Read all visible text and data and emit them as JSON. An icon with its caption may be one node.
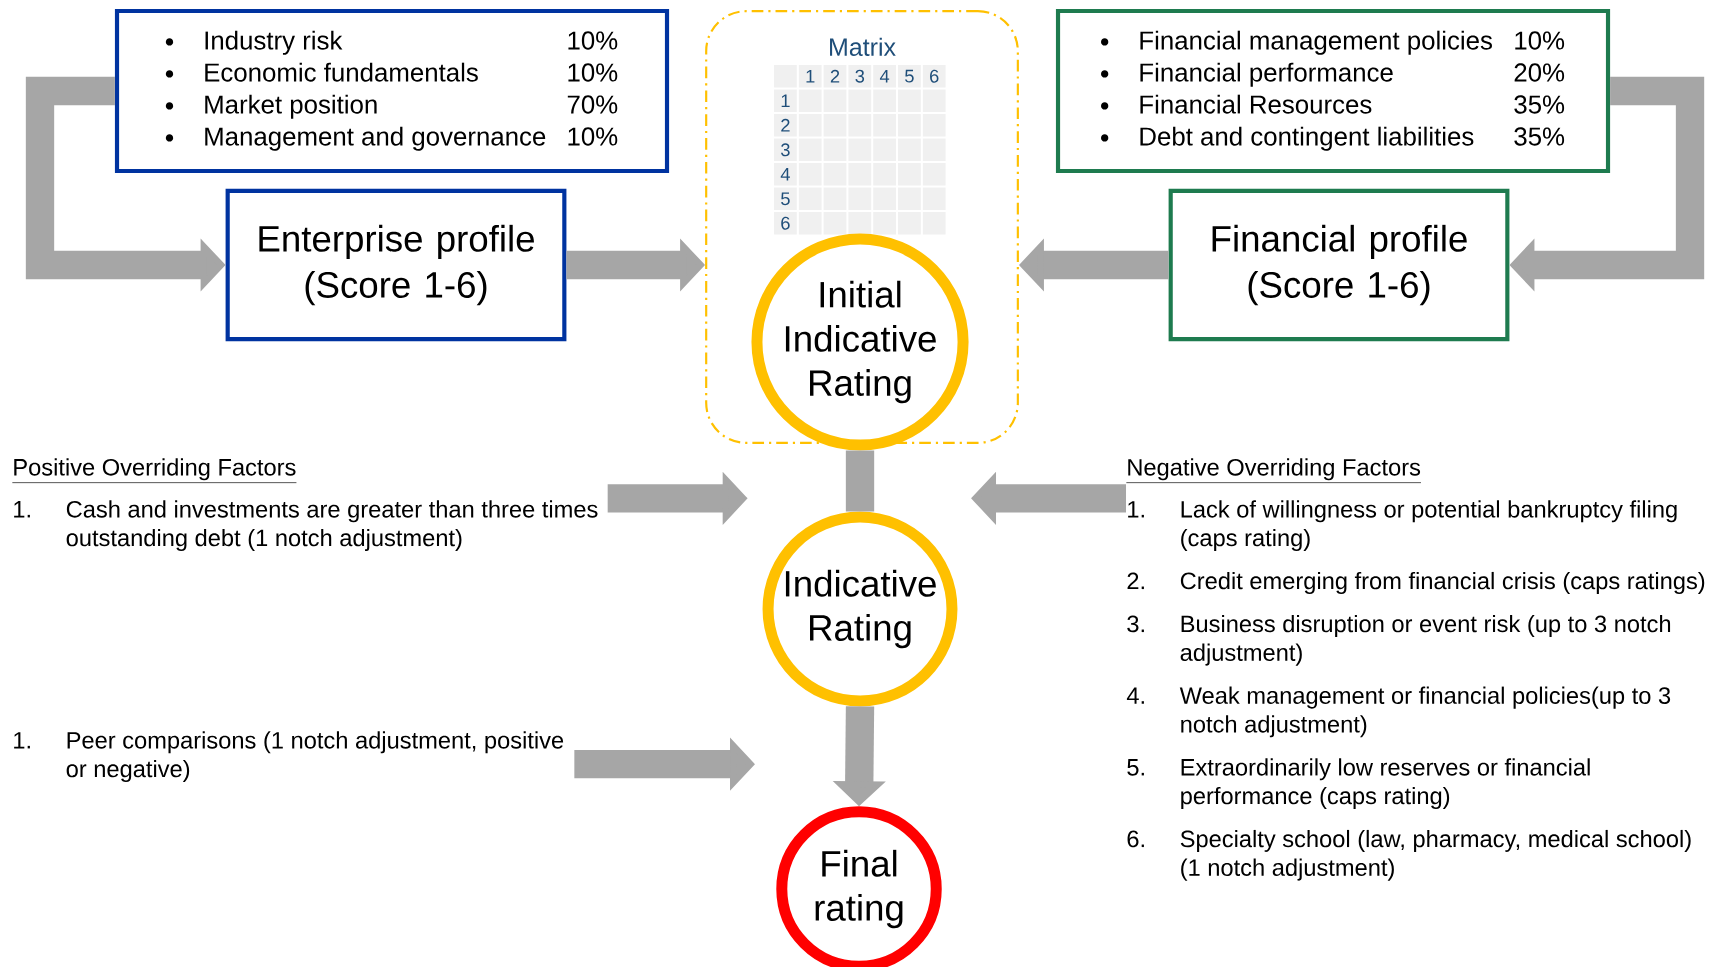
{
  "diagram": {
    "nodes": [
      {
        "text": [
          "Industry risk",
          "10%",
          "Economic fundamentals",
          "10%",
          "Market position",
          "70%",
          "Management and governance",
          "10%"
        ]
      },
      {
        "text": [
          "Enterprise profile (Score 1-6)"
        ]
      },
      {
        "text": [
          "Matrix"
        ]
      },
      {
        "text": [
          "Initial Indicative Rating"
        ],
        "in": 2
      },
      {
        "text": [
          "Financial management policies",
          "10%",
          "Financial performance",
          "20%",
          "Financial Resources",
          "35%",
          "Debt and contingent liabilities",
          "35%"
        ]
      },
      {
        "text": [
          "Financial profile (Score 1-6)"
        ]
      },
      {
        "text": [
          "Positive Overriding Factors",
          "1.",
          "Cash and investments are greater than three times outstanding debt (1 notch adjustment)"
        ]
      },
      {
        "text": [
          "Negative Overriding Factors",
          "1.",
          "Lack of willingness or potential bankruptcy filing (caps rating)",
          "2.",
          "Credit emerging from financial crisis (caps ratings)",
          "3.",
          "Business disruption or event risk (up to 3 notch adjustment)",
          "4.",
          "Weak management or financial policies(up to 3 notch adjustment)",
          "5.",
          "Extraordinarily low reserves or financial performance (caps rating)",
          "6.",
          "Specialty school (law, pharmacy, medical school) (1 notch adjustment)"
        ]
      },
      {
        "text": [
          "Indicative Rating"
        ]
      },
      {
        "text": [
          "1.",
          "Peer comparisons (1 notch adjustment, positive or negative)"
        ]
      },
      {
        "text": [
          "Final rating"
        ]
      }
    ],
    "edges": [
      {
        "from": 0,
        "to": 1,
        "arrow": "to"
      },
      {
        "from": 1,
        "to": 2,
        "arrow": "to"
      },
      {
        "from": 4,
        "to": 5,
        "arrow": "to"
      },
      {
        "from": 5,
        "to": 2,
        "arrow": "to"
      },
      {
        "from": 3,
        "to": 8,
        "arrow": "none"
      },
      {
        "from": 6,
        "to": null,
        "arrow": "to"
      },
      {
        "from": 7,
        "to": null,
        "arrow": "to"
      },
      {
        "from": 8,
        "to": 10,
        "arrow": "to"
      },
      {
        "from": 9,
        "to": null,
        "arrow": "to"
      }
    ],
    "labels": [
      "1",
      "2",
      "3",
      "4",
      "5",
      "6",
      "1",
      "2",
      "3",
      "4",
      "5",
      "6"
    ]
  }
}
